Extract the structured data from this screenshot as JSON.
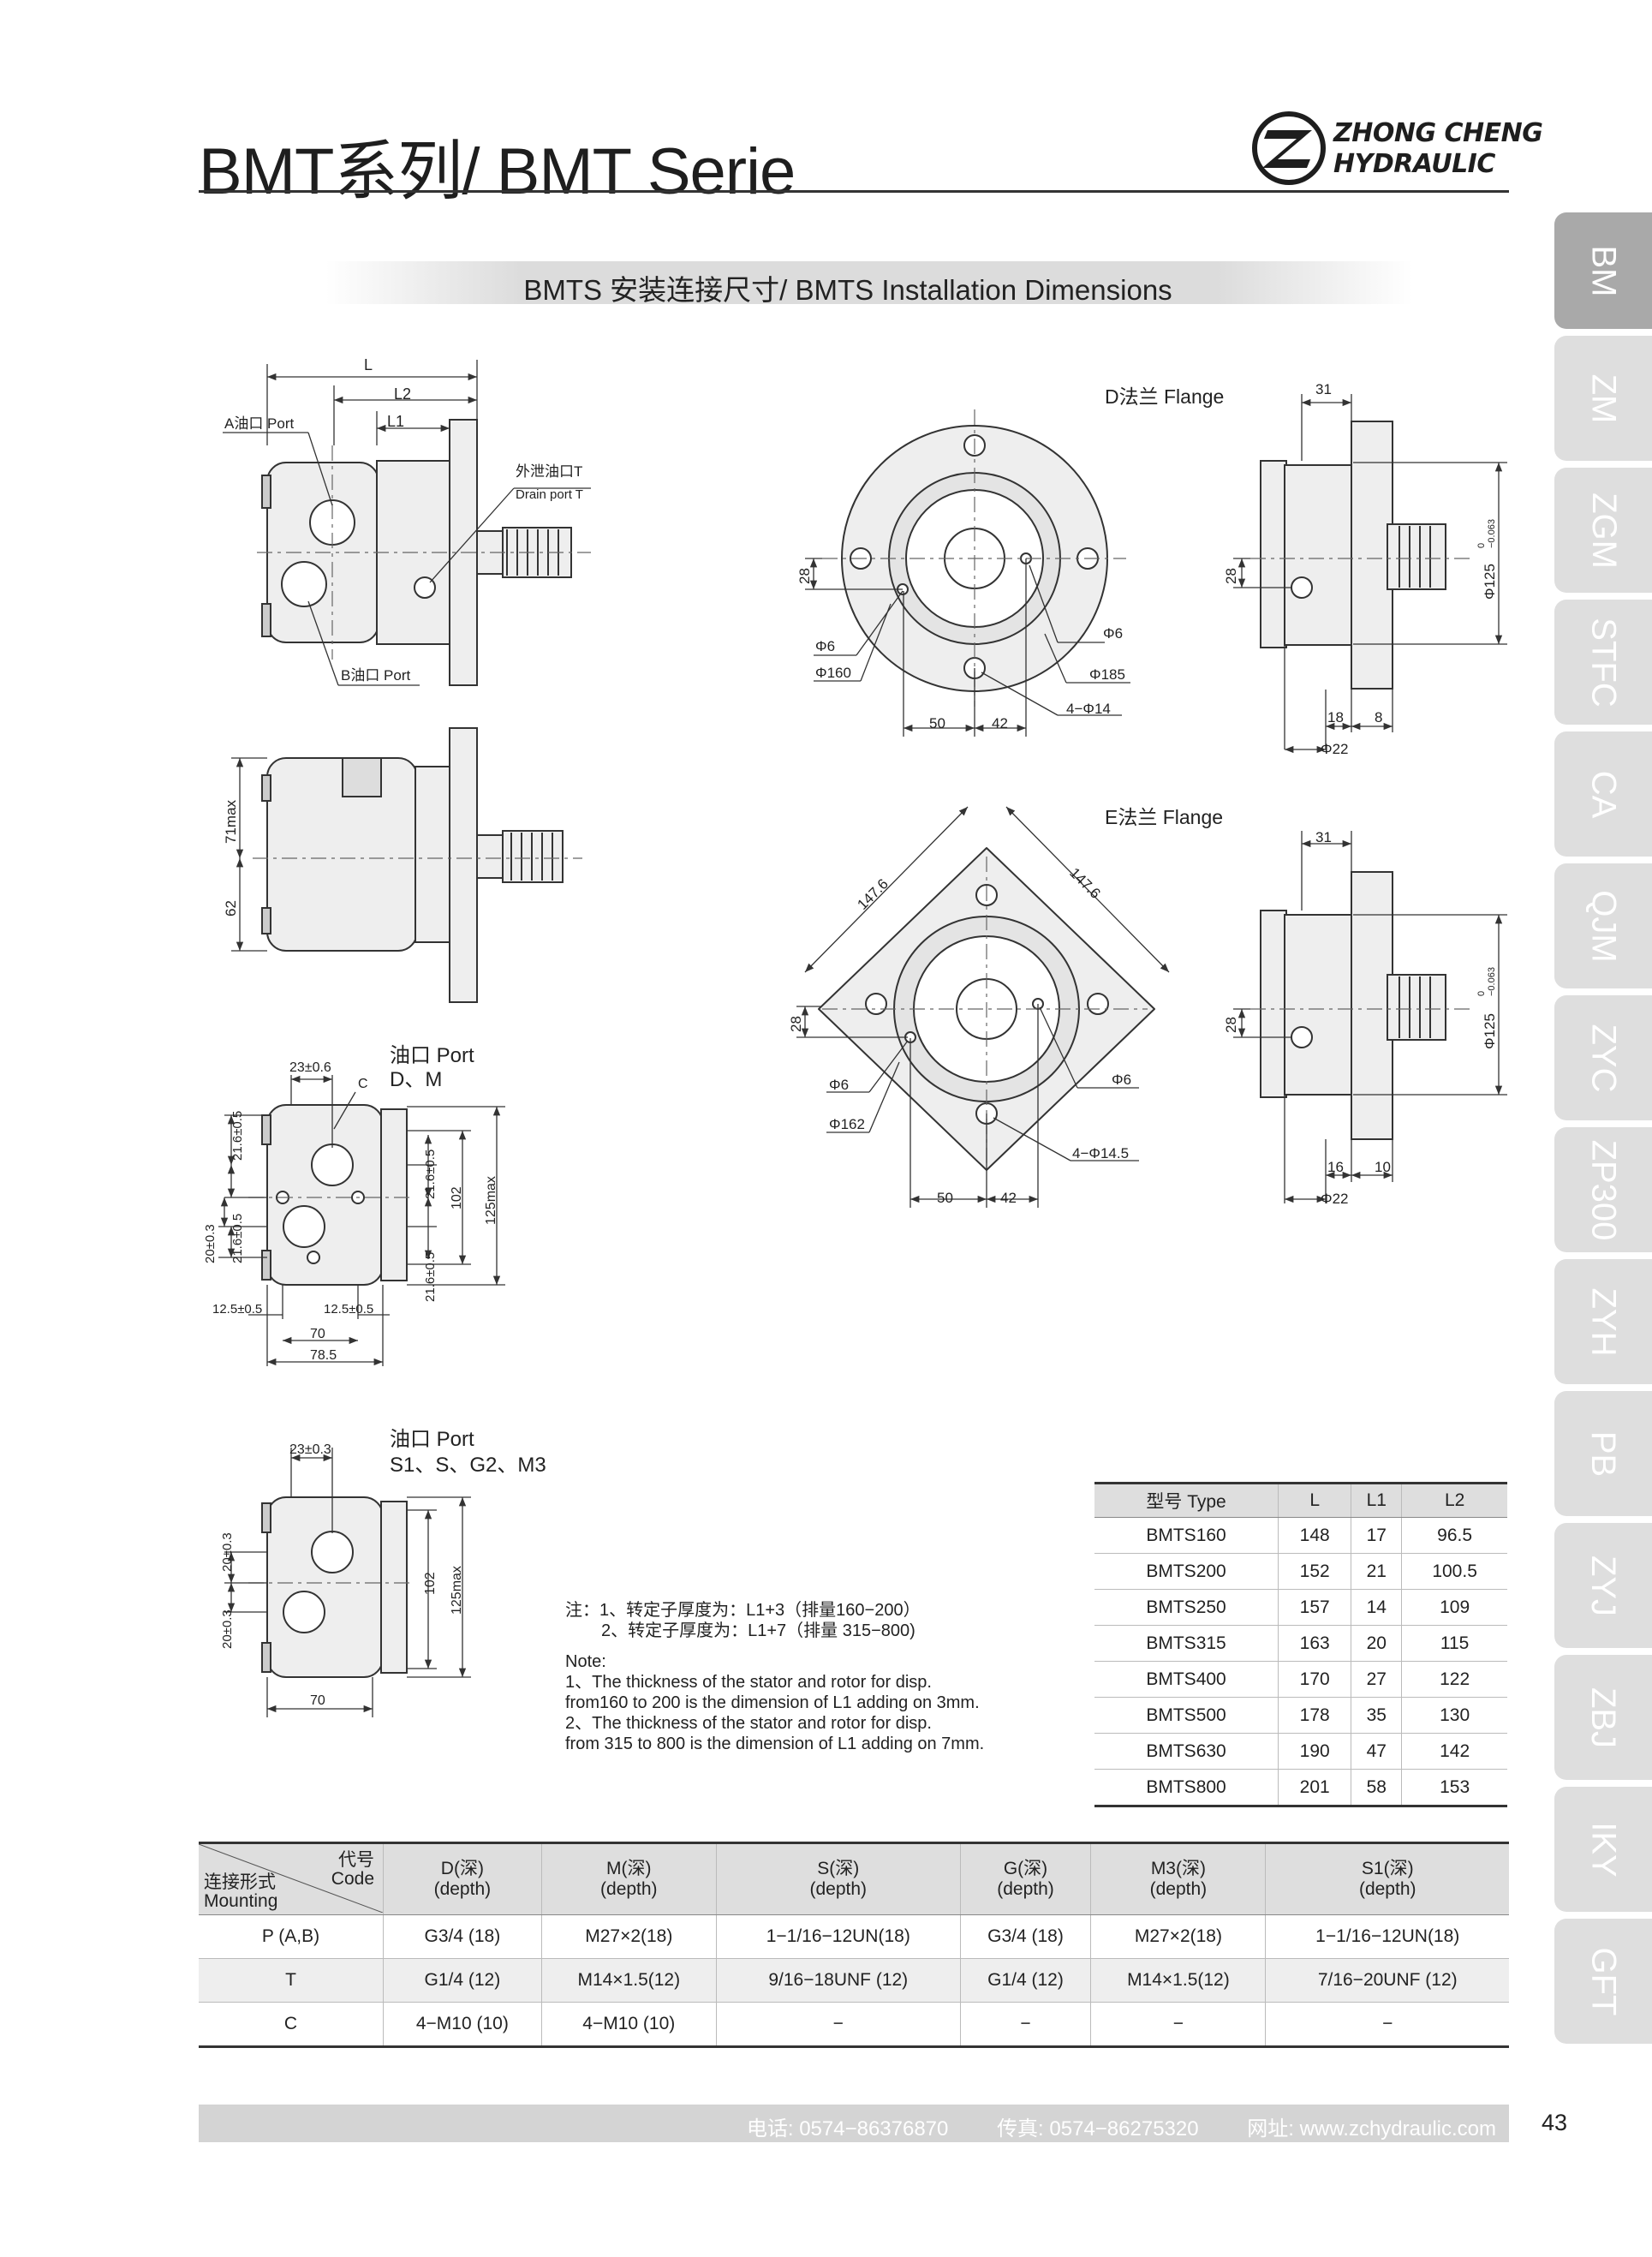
{
  "header": {
    "title": "BMT系列/ BMT Serie",
    "logo_line1": "ZHONG CHENG",
    "logo_line2": "HYDRAULIC"
  },
  "section_title": "BMTS 安装连接尺寸/ BMTS Installation Dimensions",
  "side_tabs": [
    "BM",
    "ZM",
    "ZGM",
    "STFC",
    "CA",
    "QJM",
    "ZYC",
    "ZP300",
    "ZYH",
    "PB",
    "ZYJ",
    "ZBJ",
    "IKY",
    "GFT"
  ],
  "active_tab": "BM",
  "drawing_labels": {
    "L": "L",
    "L2": "L2",
    "L1": "L1",
    "a_port": "A油口 Port",
    "drain_cn": "外泄油口T",
    "drain_en": "Drain port T",
    "b_port": "B油口 Port",
    "d71": "71max",
    "d62": "62",
    "d_flange": "D法兰 Flange",
    "e_flange": "E法兰 Flange",
    "d28": "28",
    "phi6": "Φ6",
    "phi160": "Φ160",
    "phi185": "Φ185",
    "holes14": "4−Φ14",
    "d50": "50",
    "d42": "42",
    "d31": "31",
    "phi125": "Φ125",
    "tol_top": "0",
    "tol_bot": "−0.063",
    "d18": "18",
    "d8": "8",
    "phi22": "Φ22",
    "d147": "147.6",
    "phi162": "Φ162",
    "holes145": "4−Φ14.5",
    "d16": "16",
    "d10": "10",
    "p1_title": "油口 Port",
    "p1_sub": "D、M",
    "p1_23": "23±0.6",
    "p1_c": "C",
    "p1_216": "21.6±0.5",
    "p1_20": "20±0.3",
    "p1_102": "102",
    "p1_125": "125max",
    "p1_125b": "12.5±0.5",
    "p1_70": "70",
    "p1_785": "78.5",
    "p2_title": "油口 Port",
    "p2_sub": "S1、S、G2、M3",
    "p2_23": "23±0.3",
    "p2_20": "20±0.3",
    "p2_102": "102",
    "p2_125": "125max",
    "p2_70": "70"
  },
  "notes": {
    "cn1": "注：1、转定子厚度为：L1+3（排量160−200）",
    "cn2": "2、转定子厚度为：L1+7（排量 315−800)",
    "en_head": "Note:",
    "en1": "1、The thickness of the stator and rotor for disp.",
    "en2": "from160 to 200 is the dimension of L1 adding on 3mm.",
    "en3": "2、The thickness of the stator and rotor for disp.",
    "en4": "from 315 to 800 is the dimension of L1 adding on 7mm."
  },
  "model_table": {
    "headers": [
      "型号 Type",
      "L",
      "L1",
      "L2"
    ],
    "rows": [
      [
        "BMTS160",
        "148",
        "17",
        "96.5"
      ],
      [
        "BMTS200",
        "152",
        "21",
        "100.5"
      ],
      [
        "BMTS250",
        "157",
        "14",
        "109"
      ],
      [
        "BMTS315",
        "163",
        "20",
        "115"
      ],
      [
        "BMTS400",
        "170",
        "27",
        "122"
      ],
      [
        "BMTS500",
        "178",
        "35",
        "130"
      ],
      [
        "BMTS630",
        "190",
        "47",
        "142"
      ],
      [
        "BMTS800",
        "201",
        "58",
        "153"
      ]
    ]
  },
  "mount_table": {
    "corner_code_cn": "代号",
    "corner_code_en": "Code",
    "corner_mount_cn": "连接形式",
    "corner_mount_en": "Mounting",
    "headers": [
      [
        "D(深)",
        "(depth)"
      ],
      [
        "M(深)",
        "(depth)"
      ],
      [
        "S(深)",
        "(depth)"
      ],
      [
        "G(深)",
        "(depth)"
      ],
      [
        "M3(深)",
        "(depth)"
      ],
      [
        "S1(深)",
        "(depth)"
      ]
    ],
    "rows": [
      [
        "P (A,B)",
        "G3/4 (18)",
        "M27×2(18)",
        "1−1/16−12UN(18)",
        "G3/4 (18)",
        "M27×2(18)",
        "1−1/16−12UN(18)"
      ],
      [
        "T",
        "G1/4 (12)",
        "M14×1.5(12)",
        "9/16−18UNF (12)",
        "G1/4 (12)",
        "M14×1.5(12)",
        "7/16−20UNF (12)"
      ],
      [
        "C",
        "4−M10 (10)",
        "4−M10 (10)",
        "−",
        "−",
        "−",
        "−"
      ]
    ]
  },
  "footer": {
    "phone": "电话: 0574−86376870",
    "fax": "传真: 0574−86275320",
    "web": "网址: www.zchydraulic.com"
  },
  "page_number": "43"
}
